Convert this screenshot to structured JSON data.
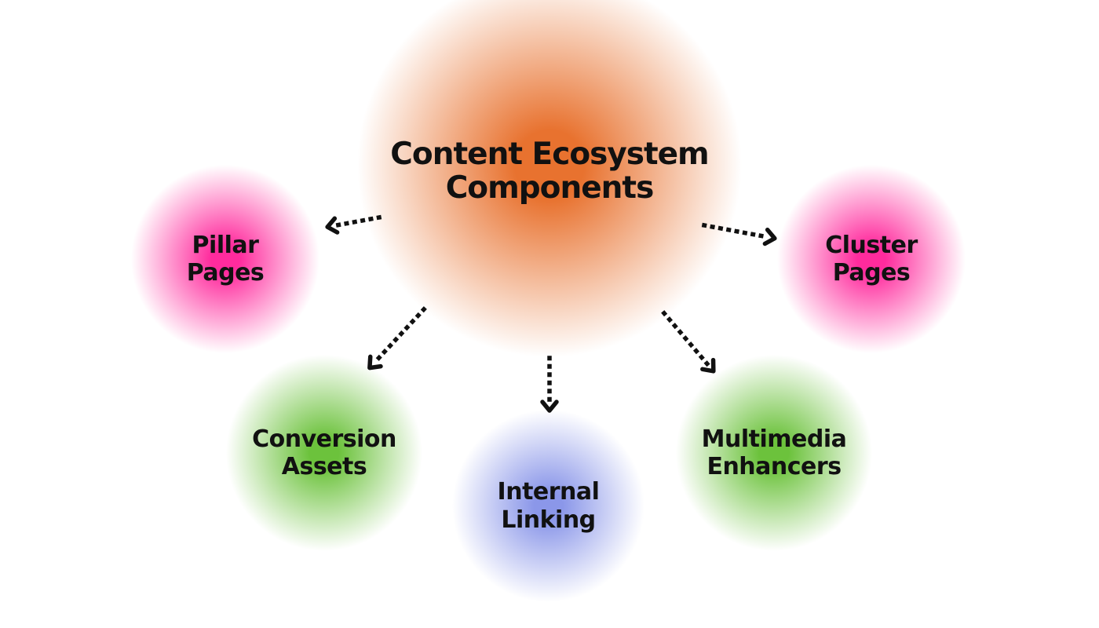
{
  "diagram": {
    "type": "radial-mind-map",
    "background_color": "#ffffff",
    "text_color": "#111111",
    "arrow_color": "#111111",
    "arrow_style": "dotted-square-dash-chevron",
    "center": {
      "id": "content-ecosystem",
      "label": "Content Ecosystem Components",
      "color": "#e8722f"
    },
    "nodes": [
      {
        "id": "pillar-pages",
        "label": "Pillar Pages",
        "color": "#ff2b9d",
        "position": "upper-left"
      },
      {
        "id": "cluster-pages",
        "label": "Cluster Pages",
        "color": "#ff2b9d",
        "position": "upper-right"
      },
      {
        "id": "conversion-assets",
        "label": "Conversion Assets",
        "color": "#6cc23c",
        "position": "lower-left"
      },
      {
        "id": "internal-linking",
        "label": "Internal Linking",
        "color": "#8b97e9",
        "position": "bottom-center"
      },
      {
        "id": "multimedia-enhancers",
        "label": "Multimedia Enhancers",
        "color": "#6cc23c",
        "position": "lower-right"
      }
    ],
    "edges": [
      {
        "from": "content-ecosystem",
        "to": "pillar-pages"
      },
      {
        "from": "content-ecosystem",
        "to": "cluster-pages"
      },
      {
        "from": "content-ecosystem",
        "to": "conversion-assets"
      },
      {
        "from": "content-ecosystem",
        "to": "internal-linking"
      },
      {
        "from": "content-ecosystem",
        "to": "multimedia-enhancers"
      }
    ]
  }
}
